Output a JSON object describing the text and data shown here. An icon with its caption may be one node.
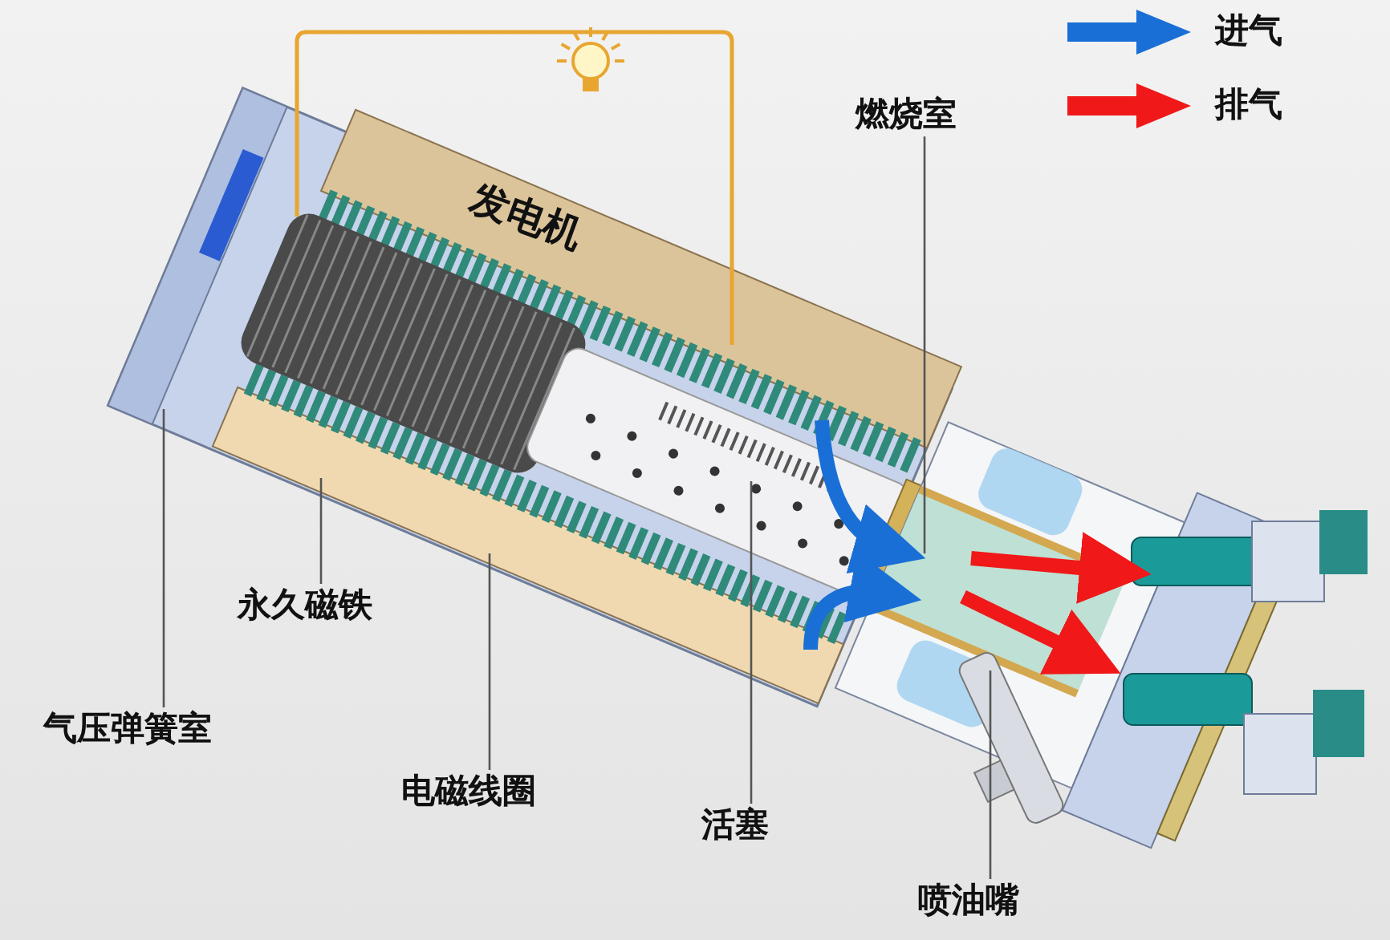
{
  "diagram": {
    "nodes": [
      {
        "text": [
          "燃烧室"
        ]
      },
      {
        "text": [
          "永久磁铁"
        ]
      },
      {
        "text": [
          "气压弹簧室"
        ]
      },
      {
        "text": [
          "电磁线圈"
        ]
      },
      {
        "text": [
          "活塞"
        ]
      },
      {
        "text": [
          "喷油嘴"
        ]
      }
    ],
    "edges": [
      {
        "from": 0,
        "to": null,
        "arrow": "none"
      },
      {
        "from": 1,
        "to": null,
        "arrow": "none"
      },
      {
        "from": 2,
        "to": null,
        "arrow": "none"
      },
      {
        "from": 3,
        "to": null,
        "arrow": "none"
      },
      {
        "from": 4,
        "to": null,
        "arrow": "none"
      },
      {
        "from": 5,
        "to": null,
        "arrow": "none"
      }
    ],
    "labels": [
      "发电机"
    ],
    "legend": [
      {
        "text": "进气"
      },
      {
        "text": "排气"
      }
    ]
  }
}
